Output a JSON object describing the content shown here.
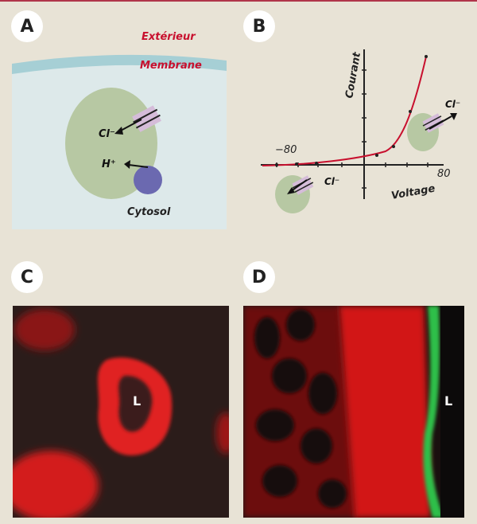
{
  "panels": {
    "a": {
      "letter": "A",
      "exterior": "Extérieur",
      "membrane": "Membrane",
      "ion_cl": "Cl⁻",
      "ion_h": "H⁺",
      "cytosol": "Cytosol"
    },
    "b": {
      "letter": "B",
      "y_label": "Courant",
      "x_label": "Voltage",
      "neg_tick": "−80",
      "pos_tick": "80",
      "ion_left": "Cl⁻",
      "ion_right": "Cl⁻"
    },
    "c": {
      "letter": "C",
      "lumen": "L"
    },
    "d": {
      "letter": "D",
      "lumen": "L"
    }
  },
  "colors": {
    "accent_red": "#c8102e",
    "membrane": "#a6cfd5",
    "cytosol": "#dde9ea",
    "vesicle": "#b7c8a3",
    "proton_pump": "#6b69b0",
    "channel": "#d5bcd9",
    "curve": "#c8102e"
  }
}
